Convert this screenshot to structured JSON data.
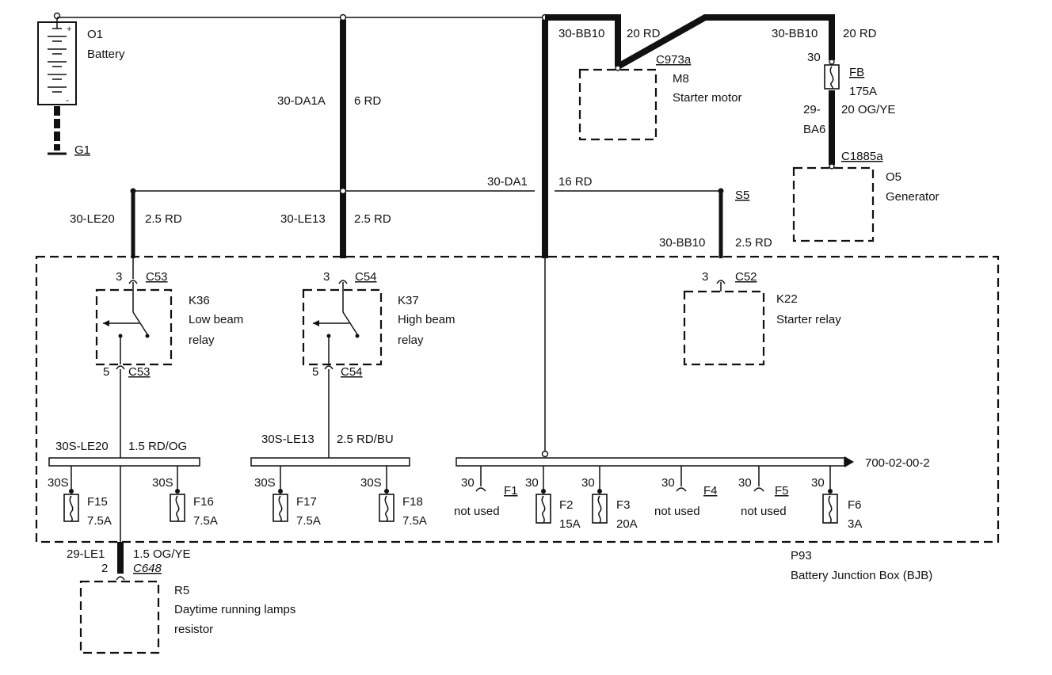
{
  "battery": {
    "id": "O1",
    "name": "Battery",
    "ground": "G1"
  },
  "top_wires": {
    "da1a_code": "30-DA1A",
    "da1a_size": "6 RD",
    "bb10a_code": "30-BB10",
    "bb10a_size": "20 RD",
    "bb10b_code": "30-BB10",
    "bb10b_size": "20 RD",
    "ba6_code_1": "29-",
    "ba6_code_2": "BA6",
    "ba6_size": "20 OG/YE",
    "da1_code": "30-DA1",
    "da1_size": "16 RD"
  },
  "starter_motor": {
    "connector": "C973a",
    "id": "M8",
    "name": "Starter motor"
  },
  "fuse_fb": {
    "pin": "30",
    "id": "FB",
    "rating": "175A"
  },
  "generator": {
    "connector": "C1885a",
    "id": "O5",
    "name": "Generator"
  },
  "splice": {
    "id": "S5"
  },
  "feed_wires": {
    "le20_code": "30-LE20",
    "le20_size": "2.5 RD",
    "le13_code": "30-LE13",
    "le13_size": "2.5 RD",
    "bb10_code": "30-BB10",
    "bb10_size": "2.5 RD"
  },
  "relays": {
    "k36": {
      "pin_in": "3",
      "conn_in": "C53",
      "id": "K36",
      "name_1": "Low beam",
      "name_2": "relay",
      "pin_out": "5",
      "conn_out": "C53"
    },
    "k37": {
      "pin_in": "3",
      "conn_in": "C54",
      "id": "K37",
      "name_1": "High beam",
      "name_2": "relay",
      "pin_out": "5",
      "conn_out": "C54"
    },
    "k22": {
      "pin_in": "3",
      "conn_in": "C52",
      "id": "K22",
      "name": "Starter relay"
    }
  },
  "bus_wires": {
    "le20_code": "30S-LE20",
    "le20_size": "1.5 RD/OG",
    "le13_code": "30S-LE13",
    "le13_size": "2.5 RD/BU"
  },
  "fuses": {
    "f15": {
      "pin": "30S",
      "id": "F15",
      "rating": "7.5A"
    },
    "f16": {
      "pin": "30S",
      "id": "F16",
      "rating": "7.5A"
    },
    "f17": {
      "pin": "30S",
      "id": "F17",
      "rating": "7.5A"
    },
    "f18": {
      "pin": "30S",
      "id": "F18",
      "rating": "7.5A"
    },
    "f1": {
      "pin": "30",
      "id": "F1",
      "note": "not used"
    },
    "f2": {
      "pin": "30",
      "id": "F2",
      "rating": "15A"
    },
    "f3": {
      "pin": "30",
      "id": "F3",
      "rating": "20A"
    },
    "f4": {
      "pin": "30",
      "id": "F4",
      "note": "not used"
    },
    "f5": {
      "pin": "30",
      "id": "F5",
      "note": "not used"
    },
    "f6": {
      "pin": "30",
      "id": "F6",
      "rating": "3A"
    }
  },
  "bjb": {
    "id": "P93",
    "name": "Battery Junction Box (BJB)"
  },
  "figure_ref": "700-02-00-2",
  "drl": {
    "wire_code": "29-LE1",
    "wire_size": "1.5 OG/YE",
    "pin": "2",
    "connector": "C648",
    "id": "R5",
    "name_1": "Daytime running lamps",
    "name_2": "resistor"
  }
}
